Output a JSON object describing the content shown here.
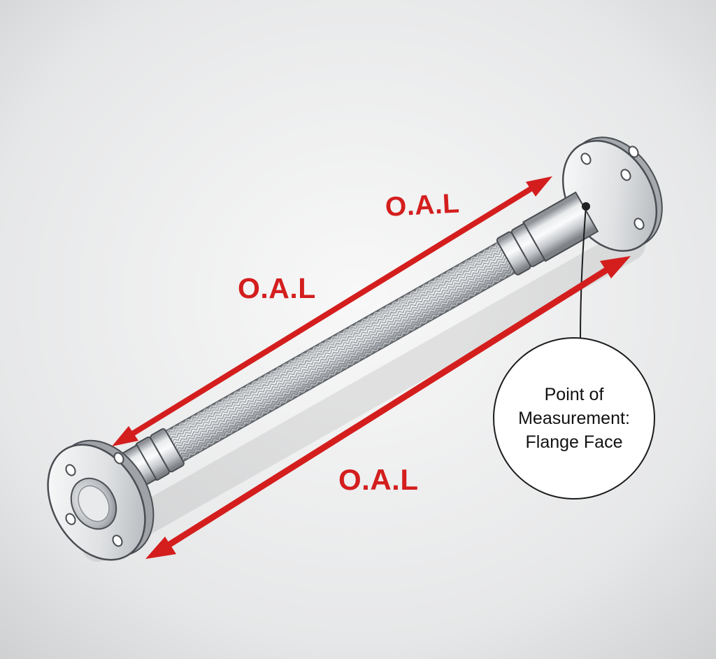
{
  "colors": {
    "arrow": "#d41e1e",
    "label": "#d41e1e",
    "outline": "#4a4d52",
    "steel_light": "#f4f5f6",
    "steel_mid": "#c9ccd0",
    "steel_dark": "#8f9398",
    "background_center": "#f7f7f7",
    "background_edge": "#cfd0d1"
  },
  "dimension_labels": {
    "top": "O.A.L",
    "middle": "O.A.L",
    "bottom": "O.A.L"
  },
  "callout": {
    "line1": "Point of",
    "line2": "Measurement:",
    "line3": "Flange Face"
  }
}
